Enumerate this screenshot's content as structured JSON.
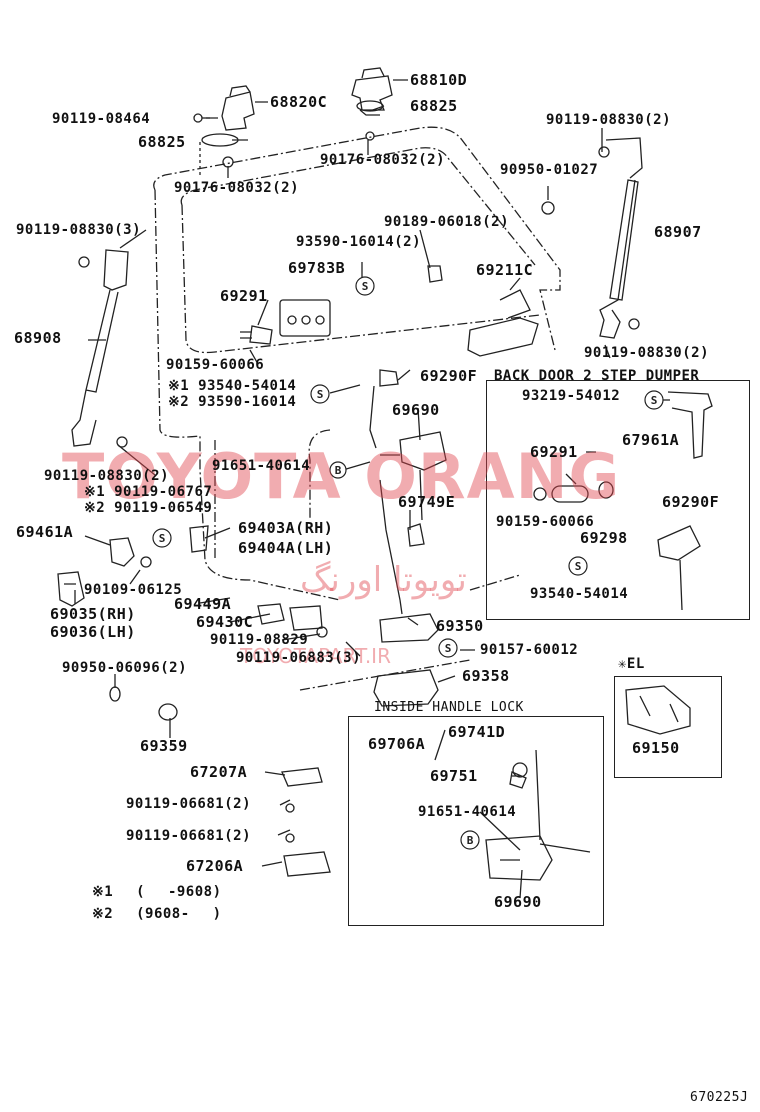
{
  "labels": {
    "l_68810D": "68810D",
    "l_68820C": "68820C",
    "l_90119_08464": "90119-08464",
    "l_68825a": "68825",
    "l_68825b": "68825",
    "l_90176_08032a": "90176-08032(2)",
    "l_90176_08032b": "90176-08032(2)",
    "l_90119_08830_2a": "90119-08830(2)",
    "l_90950_01027": "90950-01027",
    "l_68907": "68907",
    "l_90119_08830_3": "90119-08830(3)",
    "l_90189_06018": "90189-06018(2)",
    "l_93590_16014a": "93590-16014(2)",
    "l_69783B": "69783B",
    "l_69211C": "69211C",
    "l_69291a": "69291",
    "l_68908": "68908",
    "l_90159_60066a": "90159-60066",
    "l_90119_08830_2b": "90119-08830(2)",
    "l_93540_54014a": "※1 93540-54014",
    "l_93590_16014b": "※2 93590-16014",
    "l_69290F_a": "69290F",
    "l_69690a": "69690",
    "l_91651_40614a": "91651-40614",
    "l_90119_08830_2c": "90119-08830(2)",
    "l_90119_06767": "※1 90119-06767",
    "l_90119_06549": "※2 90119-06549",
    "l_69749E": "69749E",
    "l_69461A": "69461A",
    "l_69403A": "69403A(RH)",
    "l_69404A": "69404A(LH)",
    "l_90109_06125": "90109-06125",
    "l_69035": "69035(RH)",
    "l_69036": "69036(LH)",
    "l_69449A": "69449A",
    "l_69430C": "69430C",
    "l_90119_08829": "90119-08829",
    "l_69350": "69350",
    "l_90119_06883": "90119-06883(3)",
    "l_90157_60012": "90157-60012",
    "l_90950_06096": "90950-06096(2)",
    "l_69358": "69358",
    "l_69359": "69359",
    "l_67207A": "67207A",
    "l_90119_06681a": "90119-06681(2)",
    "l_90119_06681b": "90119-06681(2)",
    "l_67206A": "67206A",
    "l_note1": "※1 ( -9608)",
    "l_note2": "※2 (9608- )",
    "l_69706A": "69706A",
    "l_69741D": "69741D",
    "l_69751": "69751",
    "l_91651_40614b": "91651-40614",
    "l_69690b": "69690",
    "l_back_door_title": "BACK DOOR 2 STEP DUMPER",
    "l_93219_54012": "93219-54012",
    "l_67961A": "67961A",
    "l_69291b": "69291",
    "l_69290F_b": "69290F",
    "l_90159_60066b": "90159-60066",
    "l_69298": "69298",
    "l_93540_54014b": "93540-54014",
    "l_el": "✳EL",
    "l_69150": "69150",
    "l_inside_handle": "INSIDE HANDLE LOCK",
    "l_ref": "670225J"
  },
  "markers": {
    "s": "S",
    "b": "B"
  },
  "watermark": {
    "main": "TOYOTA ORANG",
    "persian": "تویوتا اورنگ",
    "url": "TOYOTAPART.IR",
    "color": "#e14650"
  }
}
